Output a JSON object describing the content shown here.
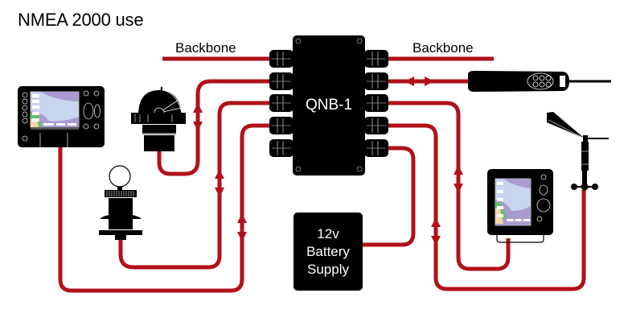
{
  "title": "NMEA 2000 use",
  "labels": {
    "backbone_left": "Backbone",
    "backbone_right": "Backbone",
    "hub": "QNB-1",
    "power_supply_lines": [
      "12v",
      "Battery",
      "Supply"
    ]
  },
  "colors": {
    "cable": "#b0111a",
    "device": "#000000",
    "background": "#ffffff",
    "screen_water": "#c9d4ee",
    "screen_land": "#a99bd0",
    "screen_green": "#5cc36a",
    "screen_sand": "#f6d7a7"
  },
  "devices": [
    {
      "id": "chartplotter-left",
      "kind": "multifunction display"
    },
    {
      "id": "compass",
      "kind": "heading sensor"
    },
    {
      "id": "transducer",
      "kind": "through-hull transducer"
    },
    {
      "id": "remote",
      "kind": "handheld remote"
    },
    {
      "id": "chartplotter-right",
      "kind": "multifunction display"
    },
    {
      "id": "wind-sensor",
      "kind": "wind vane / anemometer"
    }
  ]
}
